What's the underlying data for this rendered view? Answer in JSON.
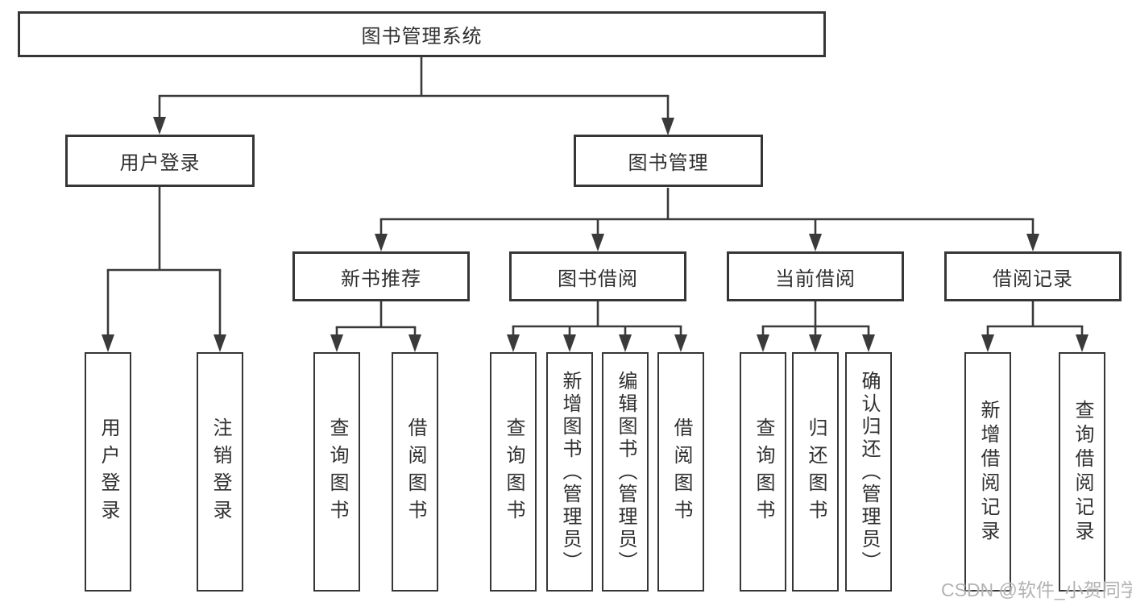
{
  "diagram": {
    "root": {
      "label": "图书管理系统"
    },
    "branches": [
      {
        "label": "用户登录",
        "children": [
          {
            "label": "用户登录"
          },
          {
            "label": "注销登录"
          }
        ]
      },
      {
        "label": "图书管理",
        "children": [
          {
            "label": "新书推荐",
            "children": [
              {
                "label": "查询图书"
              },
              {
                "label": "借阅图书"
              }
            ]
          },
          {
            "label": "图书借阅",
            "children": [
              {
                "label": "查询图书"
              },
              {
                "label": "新增图书（管理员）"
              },
              {
                "label": "编辑图书（管理员）"
              },
              {
                "label": "借阅图书"
              }
            ]
          },
          {
            "label": "当前借阅",
            "children": [
              {
                "label": "查询图书"
              },
              {
                "label": "归还图书"
              },
              {
                "label": "确认归还（管理员）"
              }
            ]
          },
          {
            "label": "借阅记录",
            "children": [
              {
                "label": "新增借阅记录"
              },
              {
                "label": "查询借阅记录"
              }
            ]
          }
        ]
      }
    ]
  },
  "watermark": {
    "text": "CSDN @软件_小贺同学"
  },
  "colors": {
    "line": "#3a3a3a",
    "box_border": "#363636",
    "box_fill": "#ffffff",
    "text": "#303030",
    "watermark": "#b3b3b3"
  }
}
